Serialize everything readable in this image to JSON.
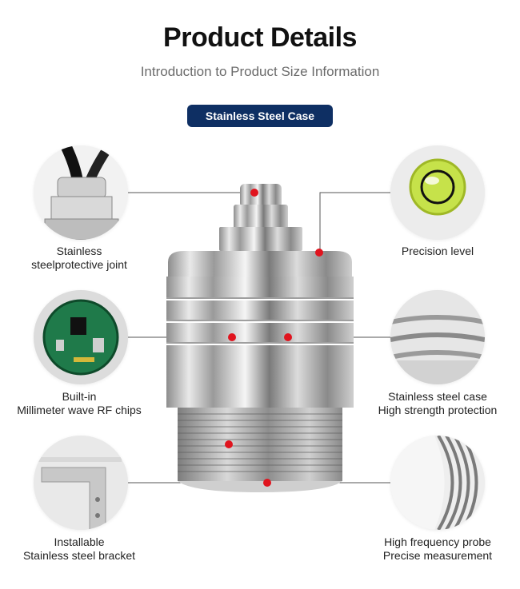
{
  "header": {
    "title": "Product Details",
    "subtitle": "Introduction to Product Size Information",
    "tag": "Stainless Steel Case"
  },
  "features": [
    {
      "id": "joint",
      "icon": "cable-gland-icon",
      "line1": "Stainless",
      "line2": "steelprotective joint"
    },
    {
      "id": "level",
      "icon": "bubble-level-icon",
      "line1": "Precision level",
      "line2": ""
    },
    {
      "id": "chip",
      "icon": "circuit-board-icon",
      "line1": "Built-in",
      "line2": "Millimeter wave RF chips"
    },
    {
      "id": "case",
      "icon": "steel-case-icon",
      "line1": "Stainless steel case",
      "line2": "High strength protection"
    },
    {
      "id": "bracket",
      "icon": "bracket-icon",
      "line1": "Installable",
      "line2": "Stainless steel bracket"
    },
    {
      "id": "probe",
      "icon": "probe-thread-icon",
      "line1": "High frequency probe",
      "line2": "Precise measurement"
    }
  ],
  "colors": {
    "tag_bg": "#0e2f63",
    "marker": "#e0141e",
    "level_green": "#c6e24a"
  }
}
